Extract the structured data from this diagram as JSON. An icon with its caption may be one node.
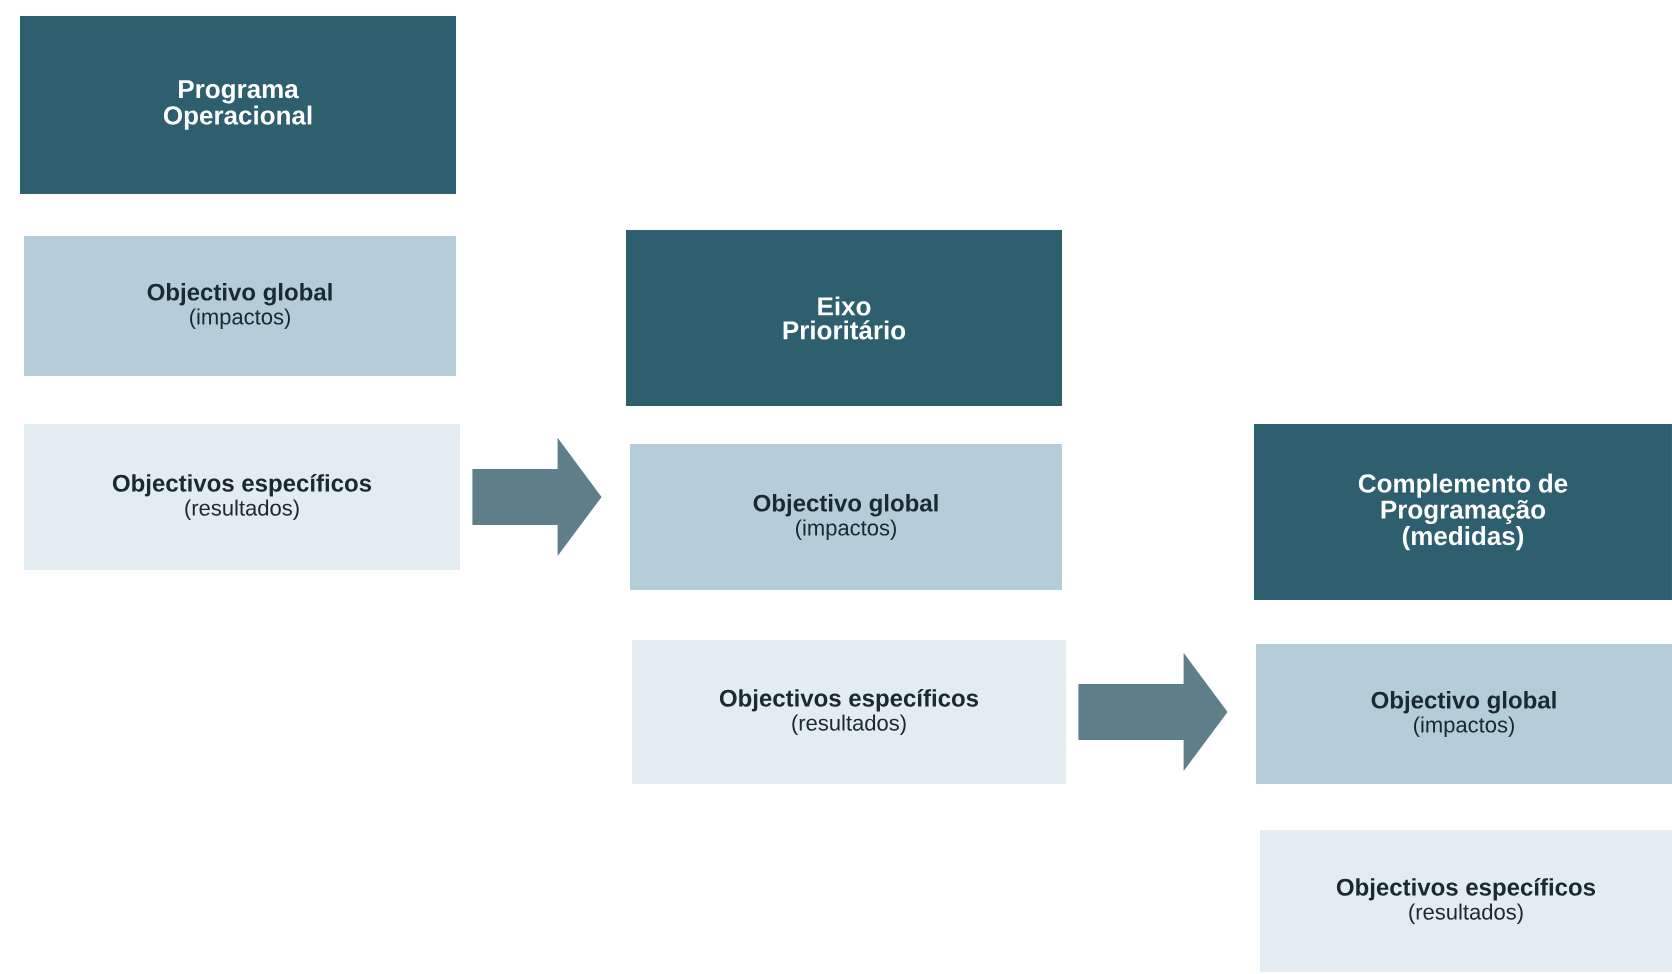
{
  "diagram": {
    "nodes": [
      {
        "text": [
          "Programa Operacional"
        ]
      },
      {
        "text": [
          "Objectivo global",
          "(impactos)"
        ]
      },
      {
        "text": [
          "Objectivos específicos",
          "(resultados)"
        ]
      },
      {
        "text": [
          "Eixo Prioritário"
        ]
      },
      {
        "text": [
          "Objectivo global",
          "(impactos)"
        ]
      },
      {
        "text": [
          "Objectivos específicos",
          "(resultados)"
        ]
      },
      {
        "text": [
          "Complemento de Programação (medidas)"
        ]
      },
      {
        "text": [
          "Objectivo global",
          "(impactos)"
        ]
      },
      {
        "text": [
          "Objectivos específicos",
          "(resultados)"
        ]
      }
    ],
    "edges": [
      {
        "from": 2,
        "to": 4,
        "arrow": "to"
      },
      {
        "from": 5,
        "to": 7,
        "arrow": "to"
      }
    ]
  }
}
